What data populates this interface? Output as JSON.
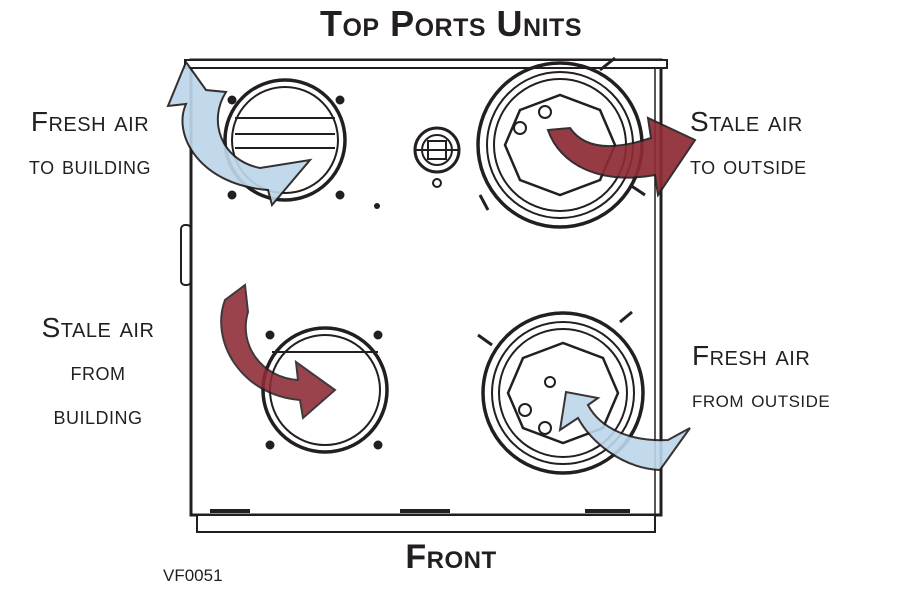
{
  "title": "Top Ports Units",
  "bottom_label": "Front",
  "figure_code": "VF0051",
  "labels": {
    "fresh_to_building": [
      "Fresh air",
      "to building"
    ],
    "stale_to_outside": [
      "Stale air",
      "to outside"
    ],
    "stale_from_building": [
      "Stale air",
      "from",
      "building"
    ],
    "fresh_from_outside": [
      "Fresh air",
      "from outside"
    ]
  },
  "colors": {
    "fresh_air_arrow": "#bcd6ea",
    "stale_air_arrow": "#8e2a35",
    "outline": "#231f20"
  }
}
